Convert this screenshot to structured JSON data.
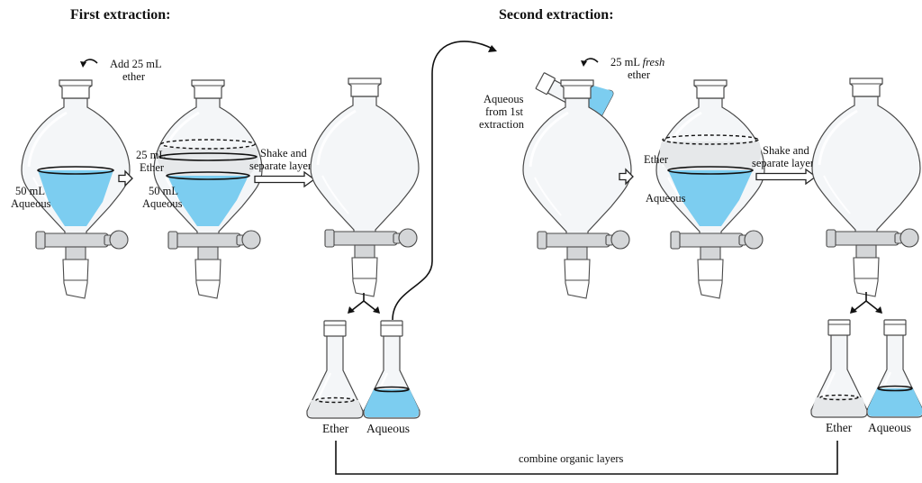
{
  "headings": {
    "first": "First extraction:",
    "second": "Second extraction:"
  },
  "step1": {
    "add_line1": "Add 25 mL",
    "add_line2": "ether",
    "aqueous_line1": "50 mL",
    "aqueous_line2": "Aqueous"
  },
  "step2": {
    "ether_line1": "25 mL",
    "ether_line2": "Ether",
    "aqueous_line1": "50 mL",
    "aqueous_line2": "Aqueous"
  },
  "shake1": {
    "line1": "Shake and",
    "line2": "separate layers"
  },
  "flasks1": {
    "ether": "Ether",
    "aqueous": "Aqueous"
  },
  "transfer": {
    "line1": "Aqueous",
    "line2": "from 1st",
    "line3": "extraction"
  },
  "step4": {
    "add_prefix": "25 mL ",
    "add_emph": "fresh",
    "add_line2": "ether"
  },
  "step5": {
    "ether": "Ether",
    "aqueous": "Aqueous"
  },
  "shake2": {
    "line1": "Shake and",
    "line2": "separate layers"
  },
  "flasks2": {
    "ether": "Ether",
    "aqueous": "Aqueous"
  },
  "combine": "combine organic layers",
  "colors": {
    "aqueous": "#7ccdf0",
    "ether": "#e6e8ea",
    "glass": "#f4f6f8"
  },
  "icons": [
    "separatory-funnel",
    "erlenmeyer-flask",
    "stopcock",
    "hollow-arrow",
    "rotate-arrow"
  ]
}
